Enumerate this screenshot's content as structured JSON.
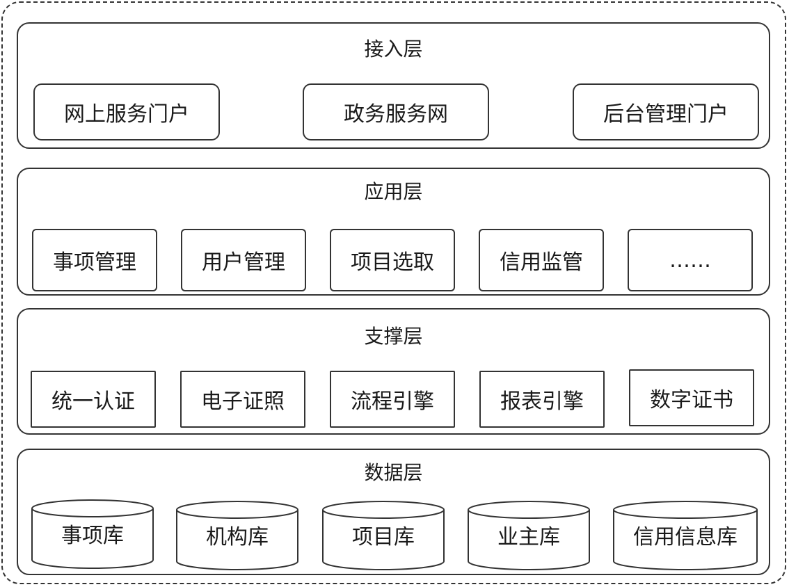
{
  "layers": {
    "access": {
      "title": "接入层",
      "items": [
        "网上服务门户",
        "政务服务网",
        "后台管理门户"
      ]
    },
    "application": {
      "title": "应用层",
      "items": [
        "事项管理",
        "用户管理",
        "项目选取",
        "信用监管",
        "……"
      ]
    },
    "support": {
      "title": "支撑层",
      "items": [
        "统一认证",
        "电子证照",
        "流程引擎",
        "报表引擎",
        "数字证书"
      ]
    },
    "data": {
      "title": "数据层",
      "items": [
        "事项库",
        "机构库",
        "项目库",
        "业主库",
        "信用信息库"
      ]
    }
  }
}
